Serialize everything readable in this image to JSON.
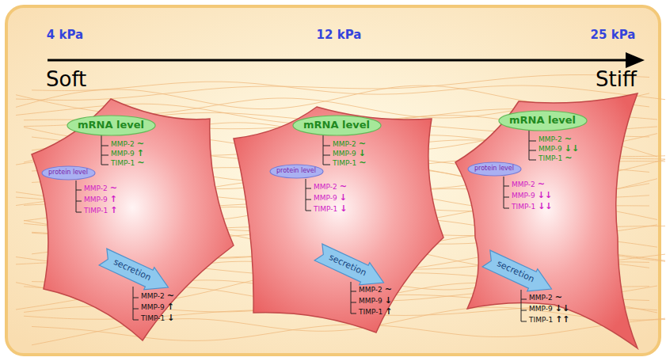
{
  "diagram": {
    "nodes": [
      {
        "text": [
          "mRNA level"
        ]
      },
      {
        "text": [
          "protein level"
        ]
      },
      {
        "text": [
          "secretion"
        ]
      },
      {
        "text": [
          "mRNA level"
        ]
      },
      {
        "text": [
          "protein level"
        ]
      },
      {
        "text": [
          "secretion"
        ]
      },
      {
        "text": [
          "mRNA level"
        ]
      },
      {
        "text": [
          "protein level"
        ]
      },
      {
        "text": [
          "secretion"
        ]
      }
    ],
    "labels": [
      "4 kPa",
      "12 kPa",
      "25 kPa",
      "Soft",
      "Stiff",
      "MMP-2",
      "~",
      "MMP-9",
      "↑",
      "TIMP-1",
      "~",
      "MMP-2",
      "~",
      "MMP-9",
      "↑",
      "TIMP-1",
      "↑",
      "MMP-2",
      "~",
      "MMP-9",
      "↑",
      "TIMP-1",
      "↓",
      "MMP-2",
      "~",
      "MMP-9",
      "↓",
      "TIMP-1",
      "~",
      "MMP-2",
      "~",
      "MMP-9",
      "↓",
      "TIMP-1",
      "↓",
      "MMP-2",
      "~",
      "MMP-9",
      "↓",
      "TIMP-1",
      "↑",
      "MMP-2",
      "~",
      "MMP-9",
      "↓↓",
      "TIMP-1",
      "~",
      "MMP-2",
      "~",
      "MMP-9",
      "↓↓",
      "TIMP-1",
      "↓↓",
      "MMP-2",
      "~",
      "MMP-9",
      "↓↓",
      "TIMP-1",
      "↑↑"
    ]
  }
}
